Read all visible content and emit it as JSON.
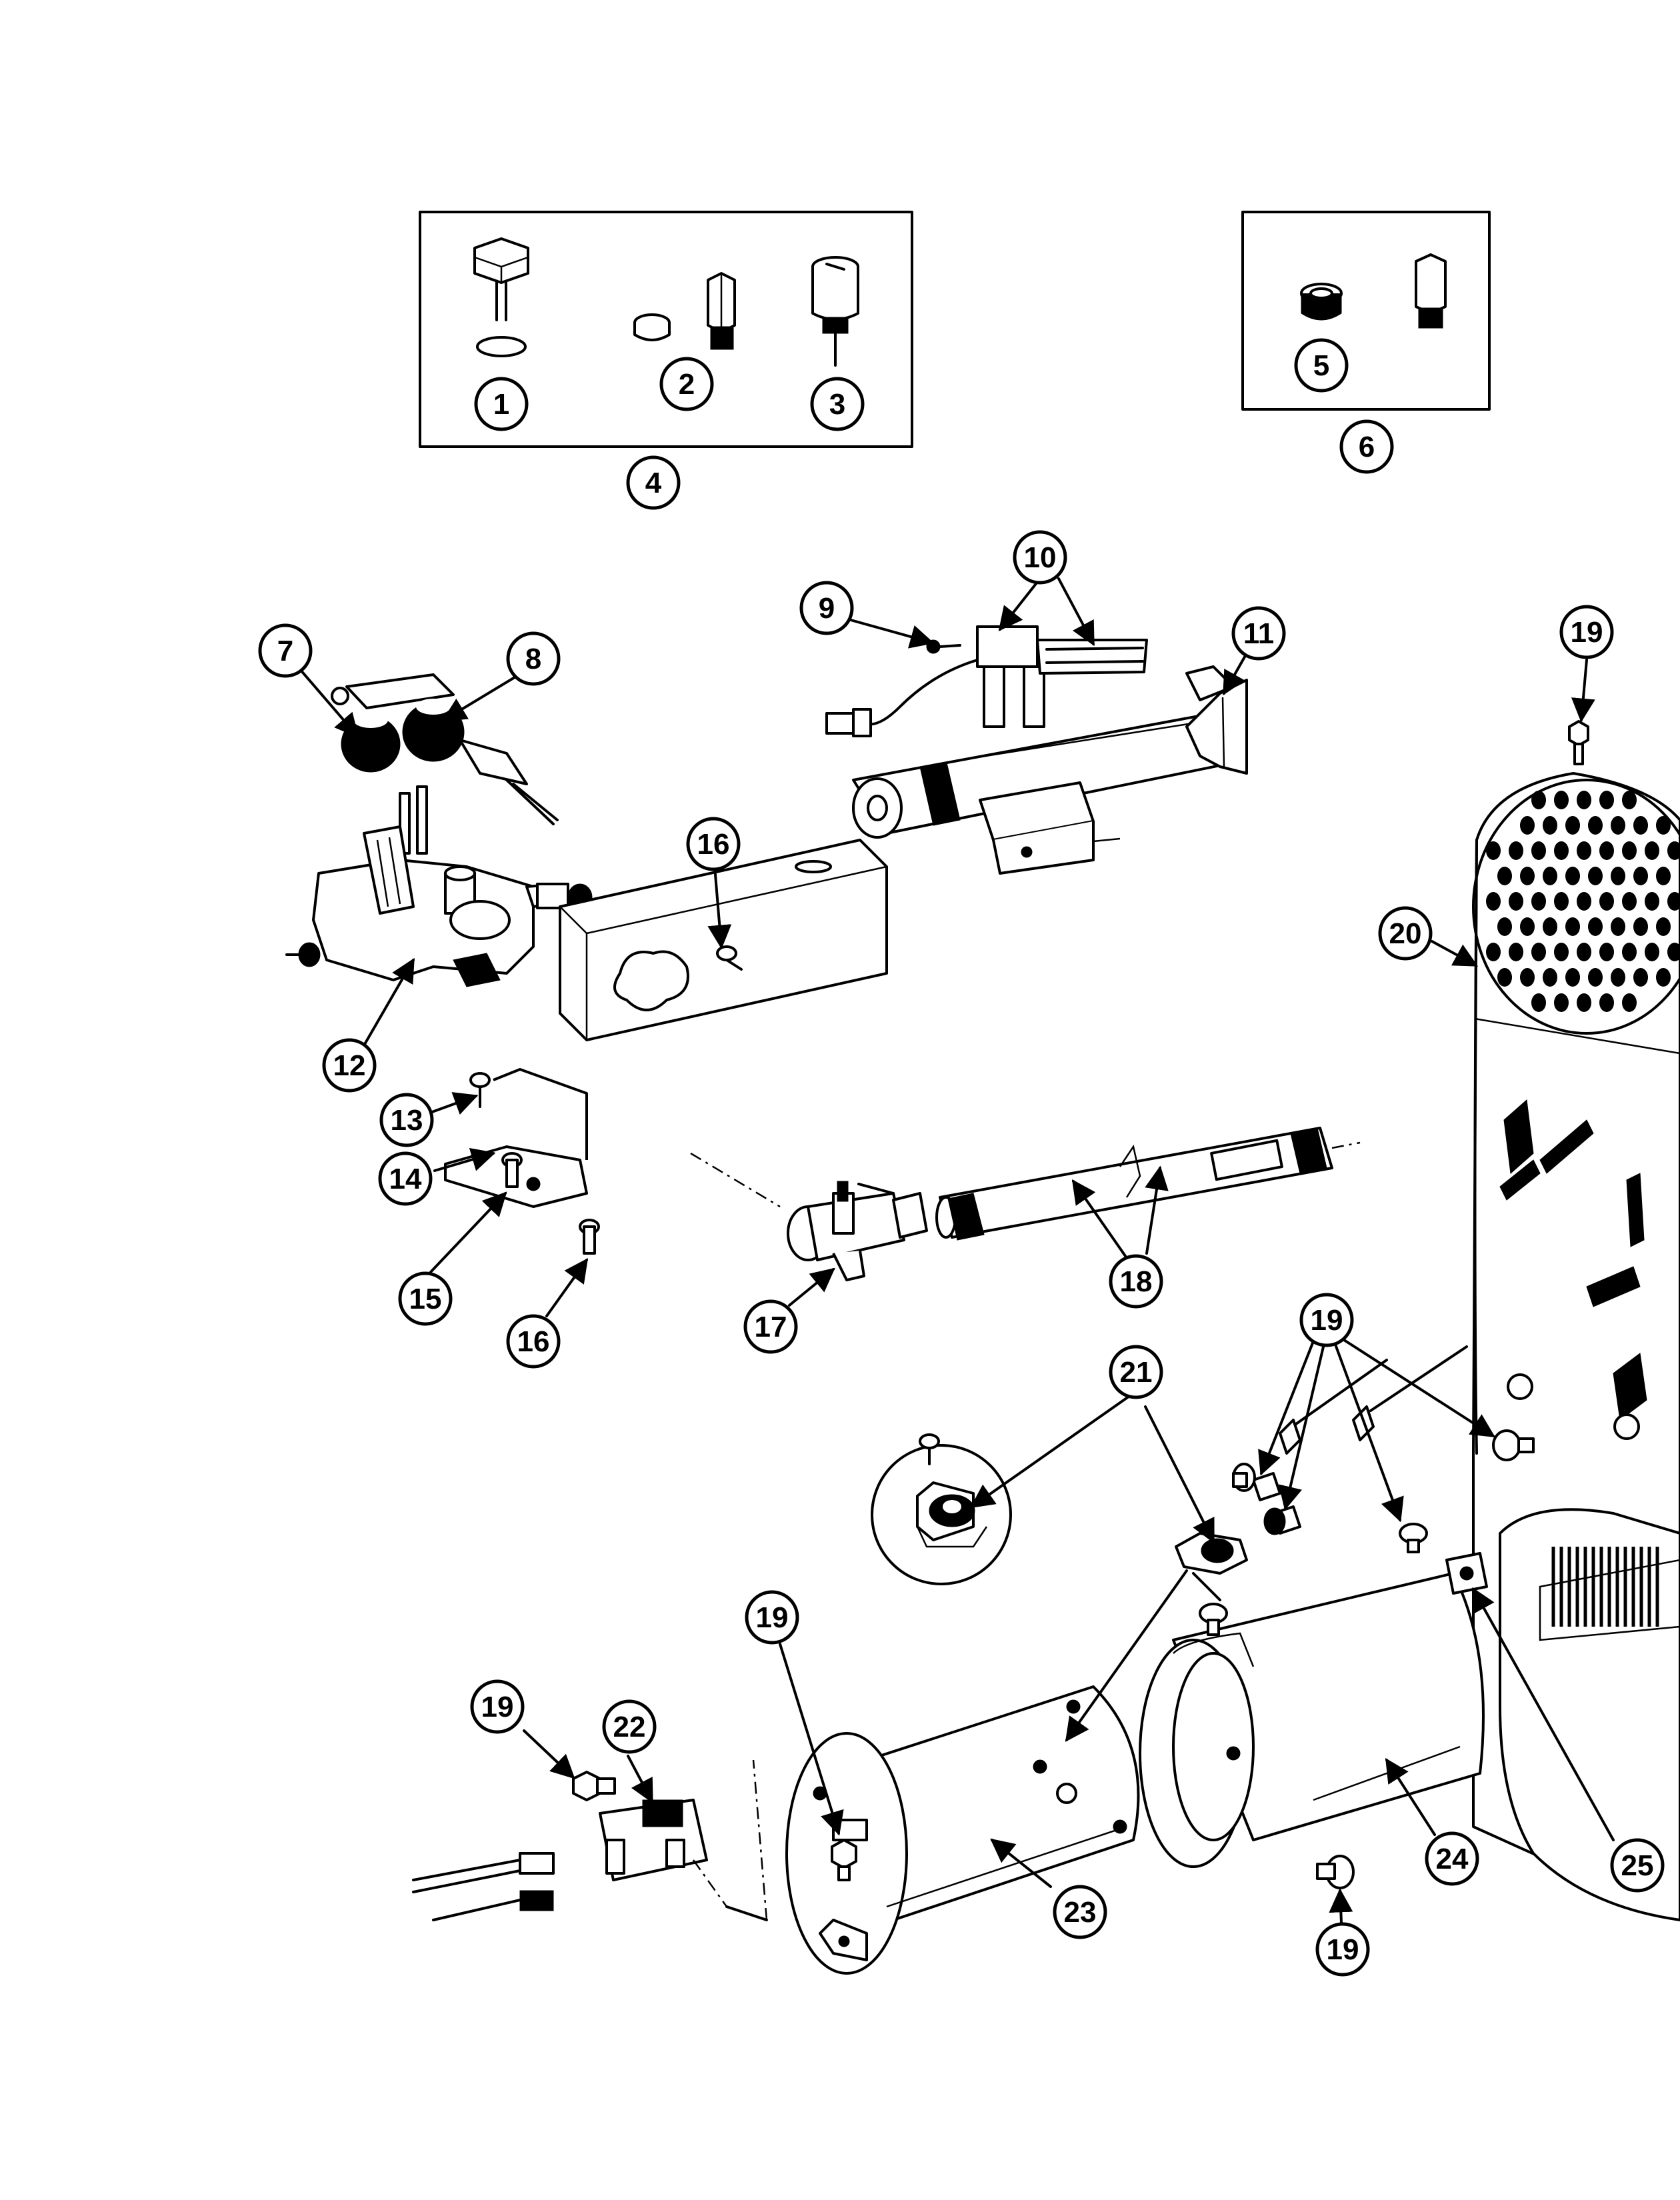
{
  "diagram": {
    "kind": "exploded parts view",
    "callouts": [
      "1",
      "2",
      "3",
      "4",
      "5",
      "6",
      "7",
      "8",
      "9",
      "10",
      "11",
      "12",
      "13",
      "14",
      "15",
      "16",
      "17",
      "18",
      "19",
      "20",
      "21",
      "22",
      "23",
      "24",
      "25"
    ]
  }
}
